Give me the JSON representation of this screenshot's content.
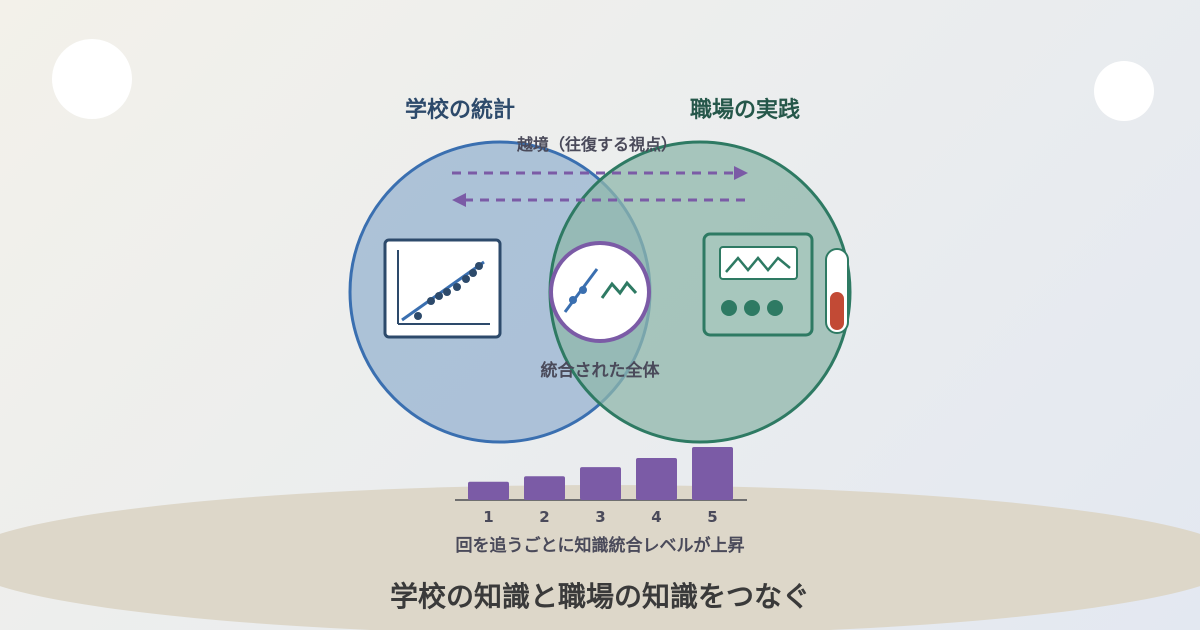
{
  "labels": {
    "school_title": "学校の統計",
    "work_title": "職場の実践",
    "crossing": "越境（往復する視点）",
    "integrated": "統合された全体",
    "bar_caption": "回を追うごとに知識統合レベルが上昇",
    "main_title": "学校の知識と職場の知識をつなぐ"
  },
  "colors": {
    "school": "#3a6fb0",
    "school_fill": "#a9bfd6",
    "work": "#2e7a63",
    "work_fill": "#9fc2b8",
    "accent": "#7b5ba6",
    "thermo": "#c24a35"
  },
  "icons": [
    "scatter-chart-icon",
    "integrated-graph-icon",
    "monitor-panel-icon",
    "thermometer-icon",
    "bidirectional-arrows-icon"
  ],
  "chart_data": {
    "type": "bar",
    "categories": [
      "1",
      "2",
      "3",
      "4",
      "5"
    ],
    "values": [
      1,
      1.3,
      1.8,
      2.3,
      2.9
    ],
    "title": "",
    "xlabel": "",
    "ylabel": ""
  }
}
